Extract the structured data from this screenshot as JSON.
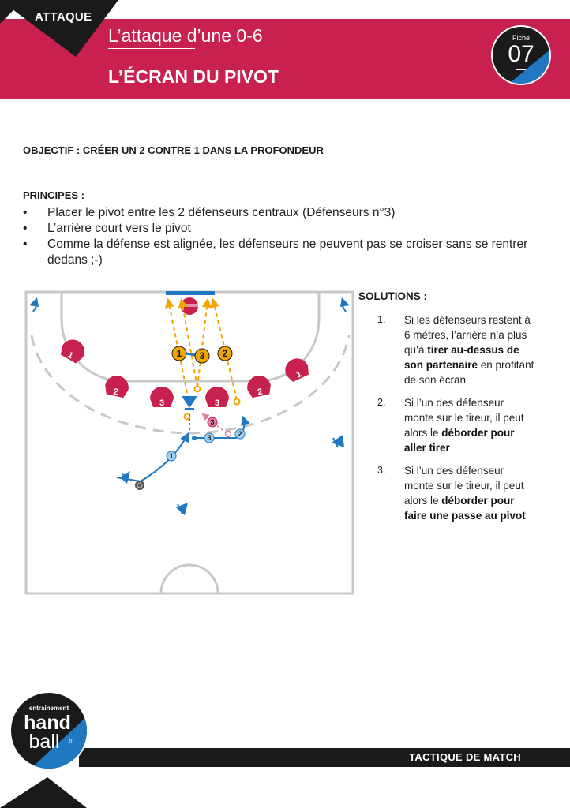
{
  "header": {
    "tag": "ATTAQUE",
    "subtitle": "L’attaque d’une 0-6",
    "title": "L’ÉCRAN DU PIVOT",
    "badge_label": "Fiche",
    "badge_number": "07"
  },
  "objective": "OBJECTIF : CRÉER UN 2 CONTRE 1 DANS LA PROFONDEUR",
  "principles": {
    "heading": "PRINCIPES :",
    "bullet": "•",
    "items": [
      "Placer le pivot entre les 2 défenseurs centraux (Défenseurs n°3)",
      "L’arrière court vers le pivot",
      "Comme la défense est alignée, les défenseurs ne peuvent pas se croiser sans se rentrer dedans ;-)"
    ]
  },
  "diagram": {
    "defenders": [
      "1",
      "2",
      "3",
      "3",
      "2",
      "1"
    ],
    "shot_labels": [
      "1",
      "3",
      "2"
    ],
    "run_labels": [
      "1",
      "3",
      "2",
      "3"
    ]
  },
  "solutions": {
    "heading": "SOLUTIONS :",
    "items": [
      {
        "num": "1.",
        "pre": "Si les défenseurs restent à 6 mètres, l’arrière n’a plus qu’à ",
        "bold": "tirer au-dessus de son partenaire",
        "post": " en profitant de son écran"
      },
      {
        "num": "2.",
        "pre": "Si l’un des défenseur monte sur le tireur, il peut alors le ",
        "bold": "déborder pour aller tirer",
        "post": ""
      },
      {
        "num": "3.",
        "pre": "Si l’un des défenseur monte sur le tireur, il peut alors le ",
        "bold": "déborder pour faire une passe au pivot",
        "post": ""
      }
    ]
  },
  "footer": {
    "label": "TACTIQUE DE MATCH"
  },
  "logo": {
    "line1": "entrainement",
    "line2": "hand",
    "line3": "ball",
    "suffix": ".fr"
  },
  "colors": {
    "brand": "#c8204f",
    "accent_blue": "#1f78c1",
    "shot_orange": "#f0a500",
    "dark": "#1a1a1a"
  }
}
